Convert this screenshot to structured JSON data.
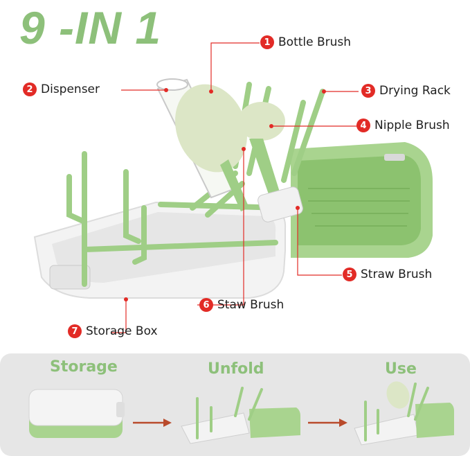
{
  "title": "9 -IN 1",
  "callouts": [
    {
      "number": "1",
      "label": "Bottle Brush"
    },
    {
      "number": "2",
      "label": "Dispenser"
    },
    {
      "number": "3",
      "label": "Drying Rack"
    },
    {
      "number": "4",
      "label": "Nipple Brush"
    },
    {
      "number": "5",
      "label": "Straw Brush"
    },
    {
      "number": "6",
      "label": "Staw Brush"
    },
    {
      "number": "7",
      "label": "Storage Box"
    }
  ],
  "stages": [
    {
      "label": "Storage"
    },
    {
      "label": "Unfold"
    },
    {
      "label": "Use"
    }
  ],
  "colors": {
    "accent_green": "#8dc07a",
    "badge_red": "#e22b26",
    "panel_gray": "#e6e6e6",
    "tray_white": "#f3f3f3"
  }
}
